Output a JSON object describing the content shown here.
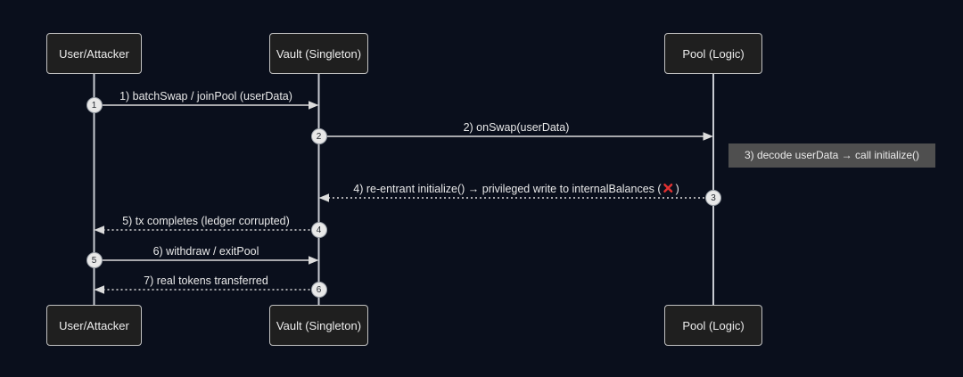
{
  "diagram": {
    "type": "sequence-diagram",
    "background_color": "#0a0f1c",
    "actors": [
      {
        "label": "User/Attacker"
      },
      {
        "label": "Vault (Singleton)"
      },
      {
        "label": "Pool (Logic)"
      }
    ],
    "badges": [
      "1",
      "2",
      "3",
      "4",
      "5",
      "6"
    ],
    "messages": [
      {
        "label": "1) batchSwap / joinPool (userData)",
        "from": "User/Attacker",
        "to": "Vault (Singleton)",
        "line": "solid"
      },
      {
        "label": "2) onSwap(userData)",
        "from": "Vault (Singleton)",
        "to": "Pool (Logic)",
        "line": "solid"
      },
      {
        "label": "4) re-entrant initialize() → privileged write to internalBalances (",
        "label_suffix": ")",
        "icon": "red-cross-icon",
        "icon_char": "❌",
        "from": "Pool (Logic)",
        "to": "Vault (Singleton)",
        "line": "dotted"
      },
      {
        "label": "5) tx completes (ledger corrupted)",
        "from": "Vault (Singleton)",
        "to": "User/Attacker",
        "line": "dotted"
      },
      {
        "label": "6) withdraw / exitPool",
        "from": "User/Attacker",
        "to": "Vault (Singleton)",
        "line": "solid"
      },
      {
        "label": "7) real tokens transferred",
        "from": "Vault (Singleton)",
        "to": "User/Attacker",
        "line": "dotted"
      }
    ],
    "note": {
      "label": "3) decode userData → call initialize()",
      "attached_to": "Pool (Logic)"
    },
    "colors": {
      "cross_mark": "#e03131",
      "note_background": "#4f4f4f",
      "actor_background": "#1f1f1f",
      "actor_border": "#c2c2c2",
      "line": "#dcdcdc",
      "badge_fill": "#e8e8e8"
    }
  }
}
